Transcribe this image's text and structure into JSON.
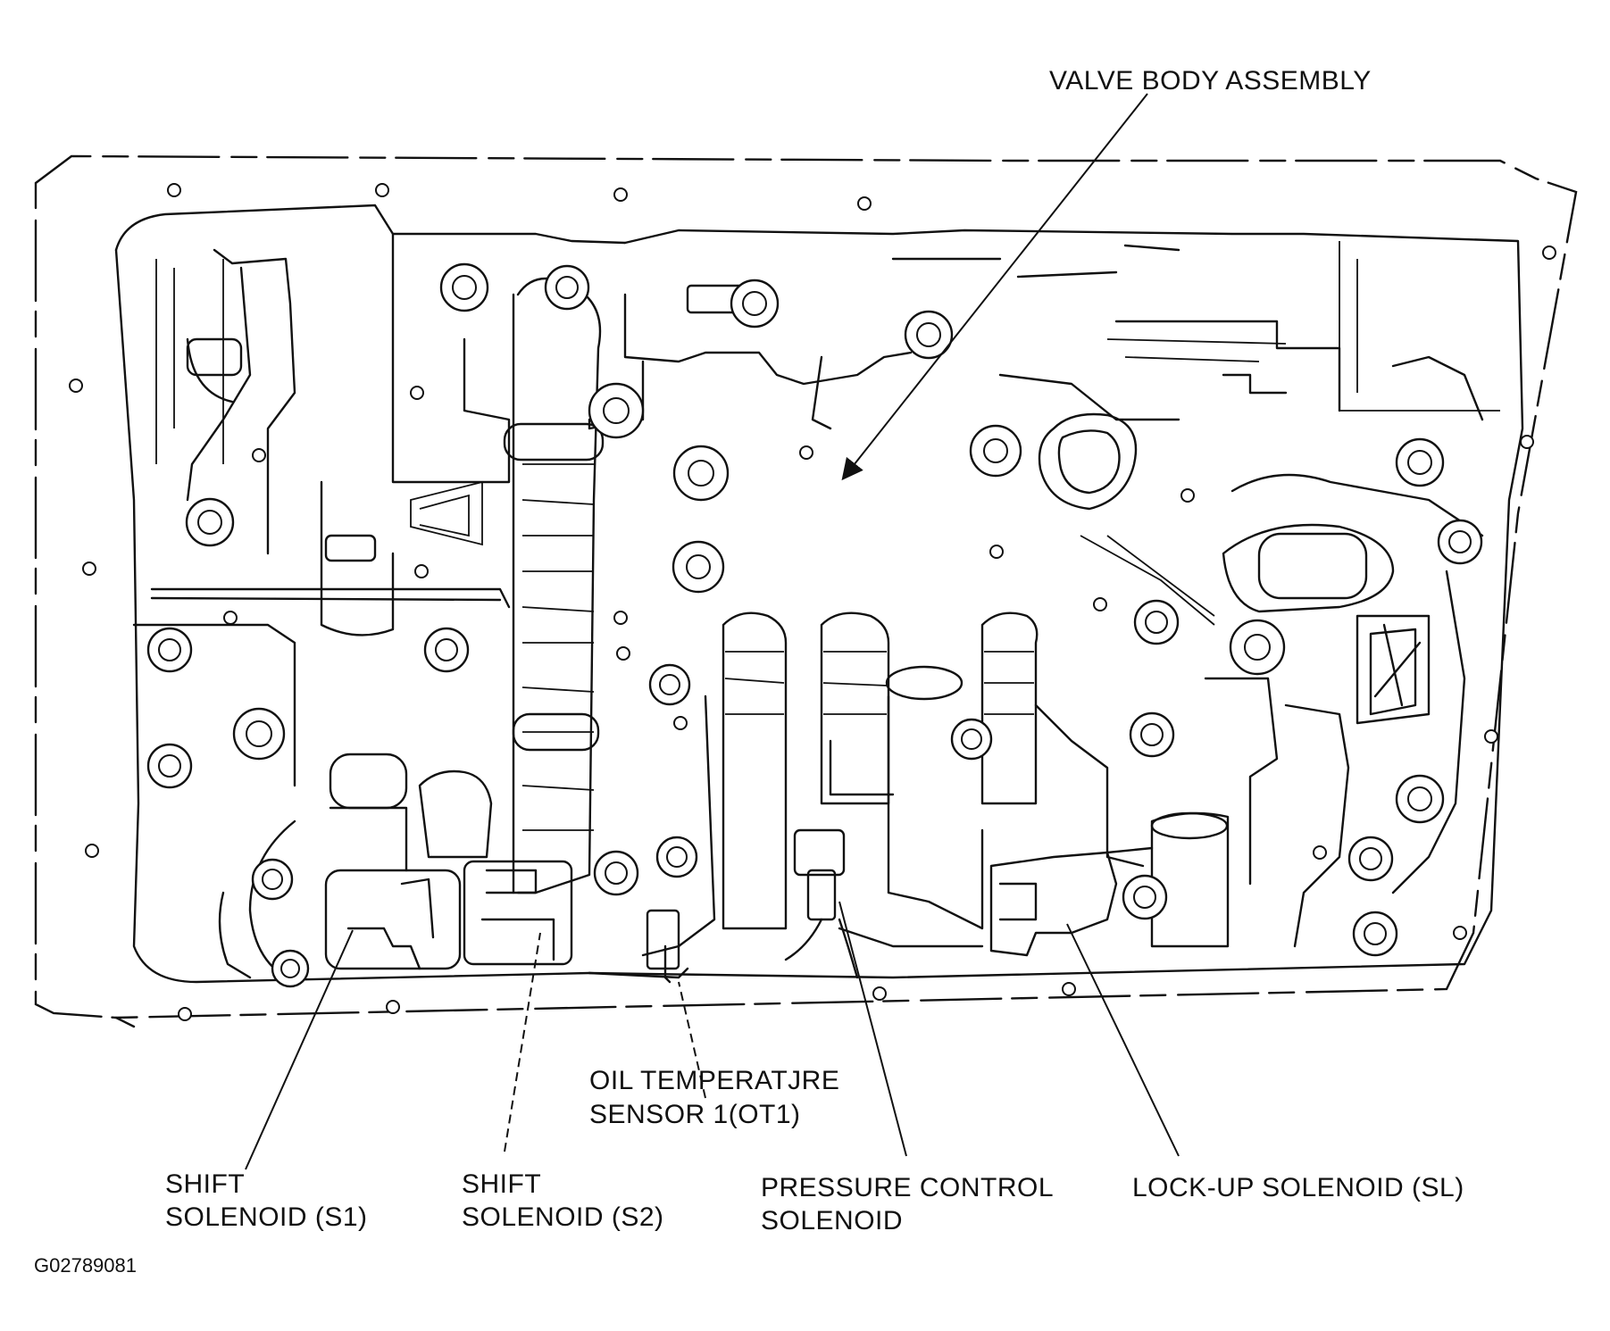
{
  "labels": {
    "valve_body": "VALVE BODY ASSEMBLY",
    "shift_s1_line1": "SHIFT",
    "shift_s1_line2": "SOLENOID (S1)",
    "shift_s2_line1": "SHIFT",
    "shift_s2_line2": "SOLENOID (S2)",
    "oil_temp_line1": "OIL TEMPERATJRE",
    "oil_temp_line2": "SENSOR 1(OT1)",
    "pressure_line1": "PRESSURE CONTROL",
    "pressure_line2": "SOLENOID",
    "lockup": "LOCK-UP SOLENOID (SL)"
  },
  "figure_code": "G02789081"
}
